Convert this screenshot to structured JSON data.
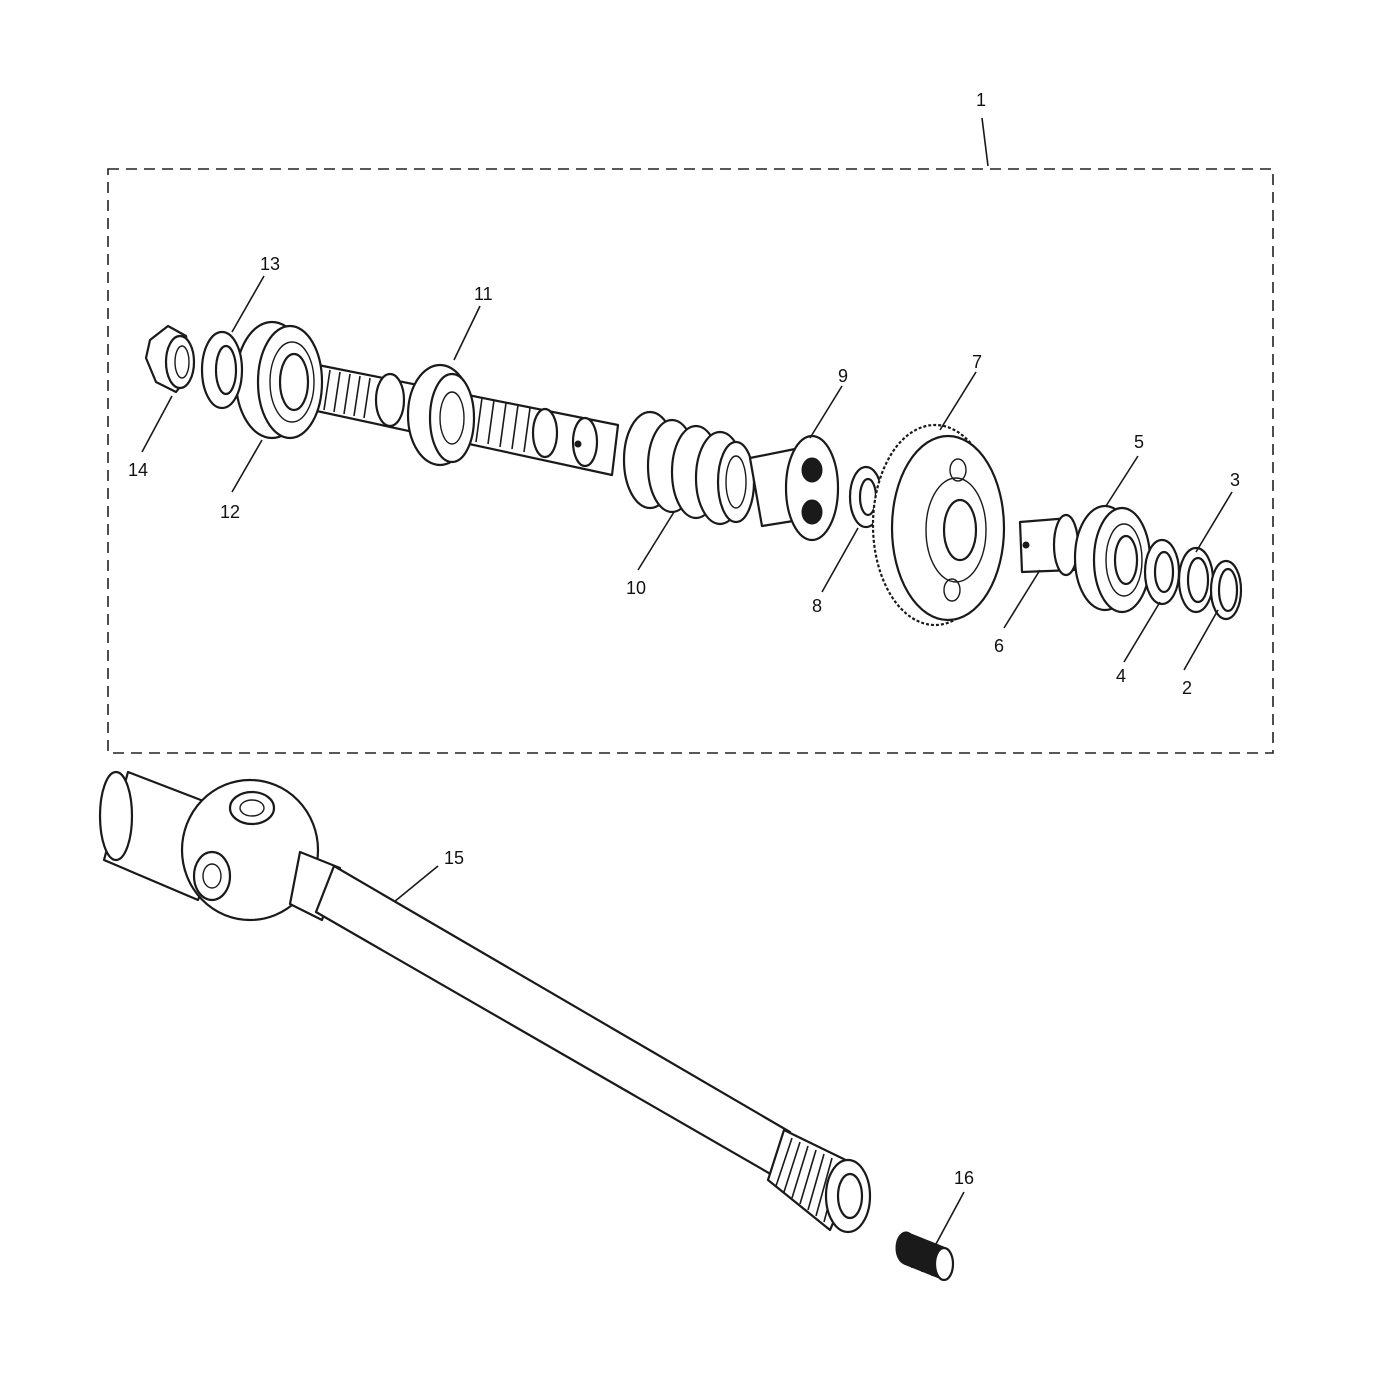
{
  "diagram": {
    "type": "exploded-parts-diagram",
    "callouts": [
      {
        "id": "1",
        "label": "1"
      },
      {
        "id": "2",
        "label": "2"
      },
      {
        "id": "3",
        "label": "3"
      },
      {
        "id": "4",
        "label": "4"
      },
      {
        "id": "5",
        "label": "5"
      },
      {
        "id": "6",
        "label": "6"
      },
      {
        "id": "7",
        "label": "7"
      },
      {
        "id": "8",
        "label": "8"
      },
      {
        "id": "9",
        "label": "9"
      },
      {
        "id": "10",
        "label": "10"
      },
      {
        "id": "11",
        "label": "11"
      },
      {
        "id": "12",
        "label": "12"
      },
      {
        "id": "13",
        "label": "13"
      },
      {
        "id": "14",
        "label": "14"
      },
      {
        "id": "15",
        "label": "15"
      },
      {
        "id": "16",
        "label": "16"
      }
    ],
    "colors": {
      "line": "#1a1a1a",
      "background": "#ffffff"
    }
  }
}
